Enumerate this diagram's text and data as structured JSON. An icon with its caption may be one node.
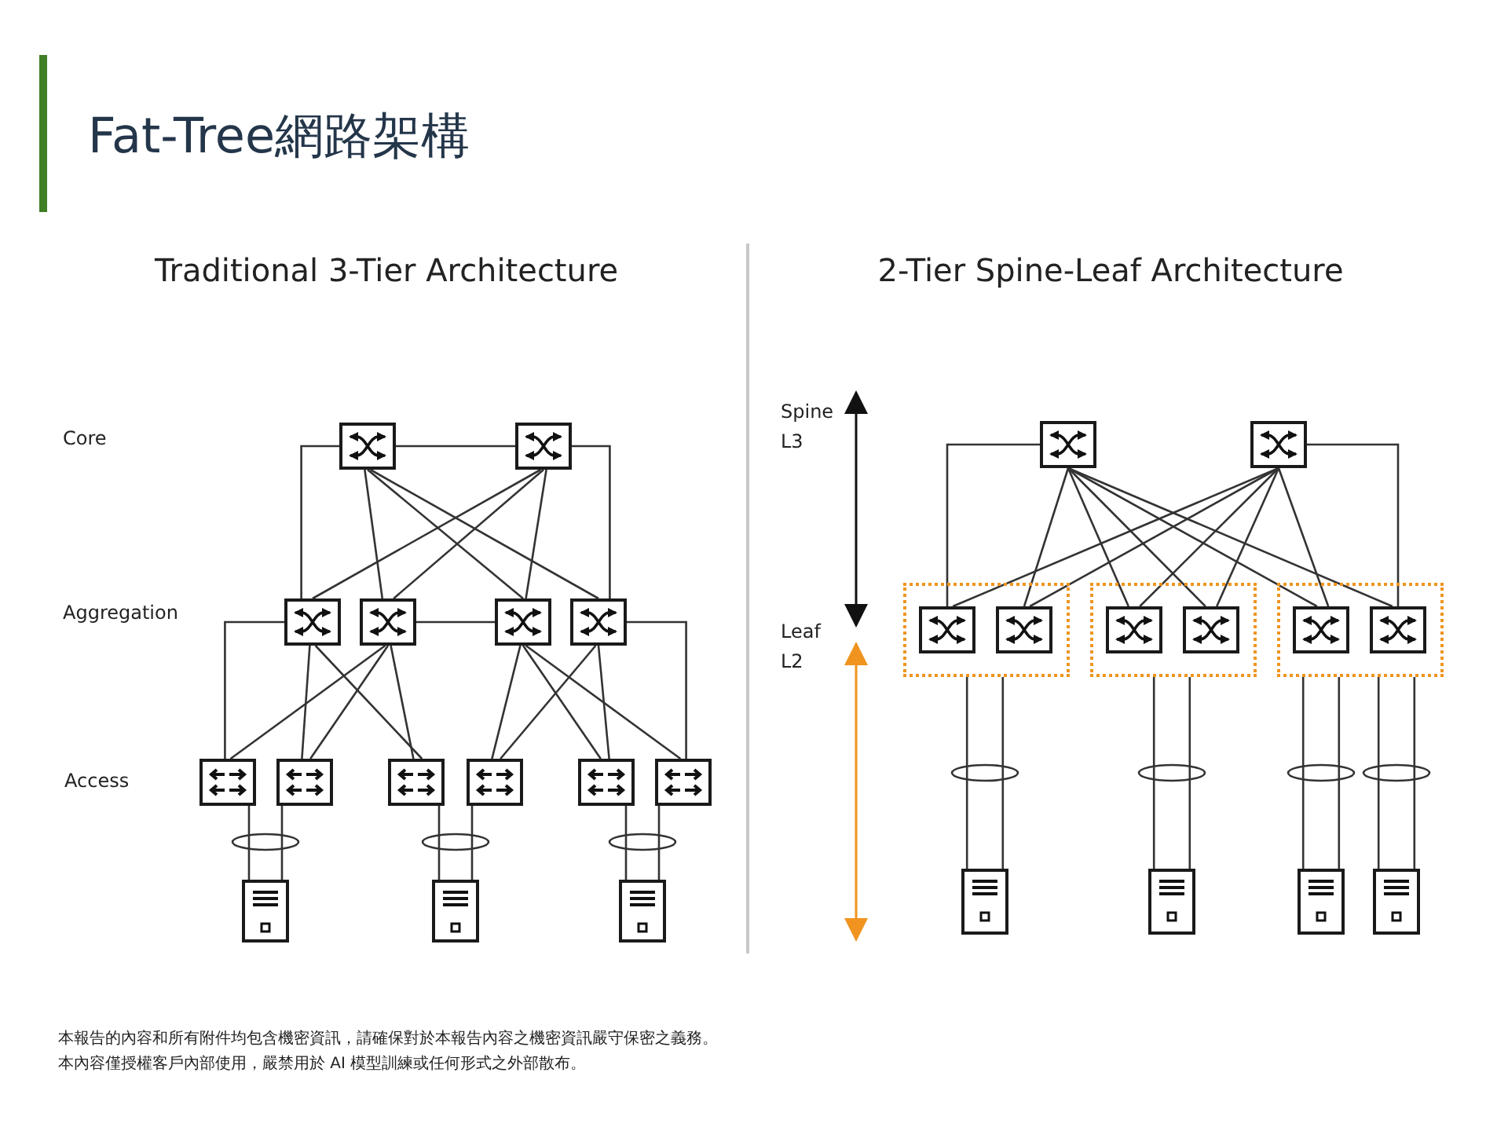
{
  "diagram": {
    "title": "Fat-Tree網路架構",
    "nodes": [
      {
        "text": [],
        "shape": "picture"
      },
      {
        "text": [],
        "shape": "picture"
      },
      {
        "text": [],
        "shape": "picture"
      },
      {
        "text": [],
        "shape": "picture"
      },
      {
        "text": [],
        "shape": "picture"
      },
      {
        "text": [],
        "shape": "picture"
      },
      {
        "text": [],
        "shape": "picture"
      },
      {
        "text": [],
        "shape": "picture"
      },
      {
        "text": [],
        "shape": "picture"
      },
      {
        "text": [],
        "shape": "picture"
      },
      {
        "text": [],
        "shape": "picture"
      },
      {
        "text": [],
        "shape": "picture"
      },
      {
        "text": [],
        "shape": "picture"
      },
      {
        "text": [],
        "shape": "picture"
      },
      {
        "text": [],
        "shape": "picture"
      },
      {
        "text": [],
        "shape": "picture"
      },
      {
        "text": [],
        "shape": "picture"
      },
      {
        "text": [],
        "shape": "box"
      },
      {
        "text": [],
        "shape": "box"
      },
      {
        "text": [],
        "shape": "box"
      },
      {
        "text": [],
        "shape": "picture",
        "in": 17
      },
      {
        "text": [],
        "shape": "picture",
        "in": 17
      },
      {
        "text": [],
        "shape": "picture",
        "in": 18
      },
      {
        "text": [],
        "shape": "picture",
        "in": 18
      },
      {
        "text": [],
        "shape": "picture",
        "in": 19
      },
      {
        "text": [],
        "shape": "picture",
        "in": 19
      },
      {
        "text": [],
        "shape": "picture"
      },
      {
        "text": [],
        "shape": "picture"
      },
      {
        "text": [],
        "shape": "picture"
      },
      {
        "text": [],
        "shape": "picture"
      }
    ],
    "edges": [
      {
        "from": 0,
        "to": 1,
        "arrow": "none"
      },
      {
        "from": 0,
        "to": 2,
        "arrow": "none"
      },
      {
        "from": 0,
        "to": 3,
        "arrow": "none"
      },
      {
        "from": 0,
        "to": 4,
        "arrow": "none"
      },
      {
        "from": 0,
        "to": 5,
        "arrow": "none"
      },
      {
        "from": 1,
        "to": 2,
        "arrow": "none"
      },
      {
        "from": 1,
        "to": 3,
        "arrow": "none"
      },
      {
        "from": 1,
        "to": 4,
        "arrow": "none"
      },
      {
        "from": 1,
        "to": 5,
        "arrow": "none"
      },
      {
        "from": 3,
        "to": 4,
        "arrow": "none"
      },
      {
        "from": 2,
        "to": 6,
        "arrow": "none"
      },
      {
        "from": 2,
        "to": 7,
        "arrow": "none"
      },
      {
        "from": 2,
        "to": 8,
        "arrow": "none"
      },
      {
        "from": 3,
        "to": 6,
        "arrow": "none"
      },
      {
        "from": 3,
        "to": 7,
        "arrow": "none"
      },
      {
        "from": 3,
        "to": 8,
        "arrow": "none"
      },
      {
        "from": 4,
        "to": 9,
        "arrow": "none"
      },
      {
        "from": 4,
        "to": 10,
        "arrow": "none"
      },
      {
        "from": 4,
        "to": 11,
        "arrow": "none"
      },
      {
        "from": 5,
        "to": 9,
        "arrow": "none"
      },
      {
        "from": 5,
        "to": 10,
        "arrow": "none"
      },
      {
        "from": 5,
        "to": 11,
        "arrow": "none"
      },
      {
        "from": 6,
        "to": 12,
        "arrow": "none"
      },
      {
        "from": 7,
        "to": 12,
        "arrow": "none"
      },
      {
        "from": 8,
        "to": 13,
        "arrow": "none"
      },
      {
        "from": 9,
        "to": 13,
        "arrow": "none"
      },
      {
        "from": 10,
        "to": 14,
        "arrow": "none"
      },
      {
        "from": 11,
        "to": 14,
        "arrow": "none"
      },
      {
        "from": 15,
        "to": 20,
        "arrow": "none"
      },
      {
        "from": 15,
        "to": 21,
        "arrow": "none"
      },
      {
        "from": 15,
        "to": 22,
        "arrow": "none"
      },
      {
        "from": 15,
        "to": 23,
        "arrow": "none"
      },
      {
        "from": 15,
        "to": 24,
        "arrow": "none"
      },
      {
        "from": 15,
        "to": 25,
        "arrow": "none"
      },
      {
        "from": 16,
        "to": 20,
        "arrow": "none"
      },
      {
        "from": 16,
        "to": 21,
        "arrow": "none"
      },
      {
        "from": 16,
        "to": 22,
        "arrow": "none"
      },
      {
        "from": 16,
        "to": 23,
        "arrow": "none"
      },
      {
        "from": 16,
        "to": 24,
        "arrow": "none"
      },
      {
        "from": 16,
        "to": 25,
        "arrow": "none"
      },
      {
        "from": 17,
        "to": 26,
        "arrow": "none"
      },
      {
        "from": 17,
        "to": 26,
        "arrow": "none"
      },
      {
        "from": 18,
        "to": 27,
        "arrow": "none"
      },
      {
        "from": 18,
        "to": 27,
        "arrow": "none"
      },
      {
        "from": 19,
        "to": 28,
        "arrow": "none"
      },
      {
        "from": 19,
        "to": 28,
        "arrow": "none"
      },
      {
        "from": 19,
        "to": 29,
        "arrow": "none"
      },
      {
        "from": 19,
        "to": 29,
        "arrow": "none"
      }
    ],
    "labels": [
      "Traditional 3-Tier Architecture",
      "2-Tier Spine-Leaf Architecture",
      "Core",
      "Aggregation",
      "Access",
      "Spine L3",
      "Leaf L2",
      "本報告的內容和所有附件均包含機密資訊，請確保對於本報告內容之機密資訊嚴守保密之義務。",
      "本內容僅授權客戶內部使用，嚴禁用於 AI 模型訓練或任何形式之外部散布。"
    ]
  }
}
